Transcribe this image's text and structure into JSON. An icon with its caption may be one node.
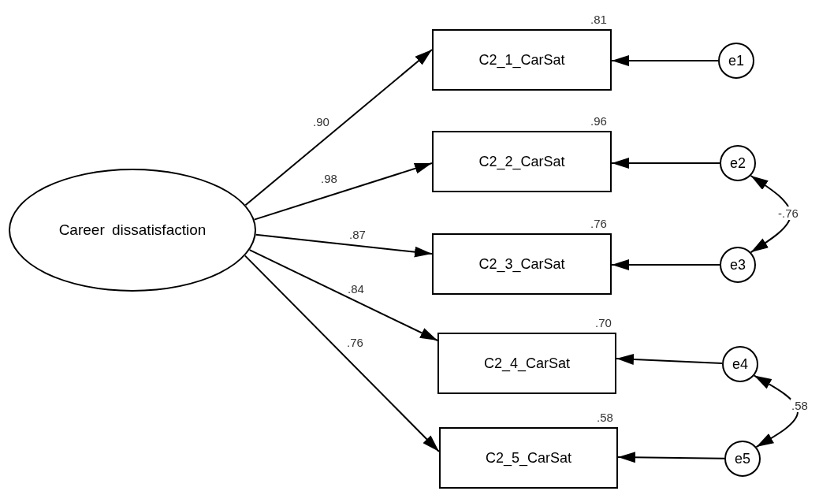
{
  "diagram": {
    "nodes": [
      {
        "text": [
          "Career dissatisfaction"
        ]
      },
      {
        "text": [
          "C2_1_CarSat"
        ],
        "beside": [
          ".81"
        ]
      },
      {
        "text": [
          "C2_2_CarSat"
        ],
        "beside": [
          ".96"
        ]
      },
      {
        "text": [
          "C2_3_CarSat"
        ],
        "beside": [
          ".76"
        ]
      },
      {
        "text": [
          "C2_4_CarSat"
        ],
        "beside": [
          ".70"
        ]
      },
      {
        "text": [
          "C2_5_CarSat"
        ],
        "beside": [
          ".58"
        ]
      },
      {
        "text": [
          "e1"
        ]
      },
      {
        "text": [
          "e2"
        ]
      },
      {
        "text": [
          "e3"
        ]
      },
      {
        "text": [
          "e4"
        ]
      },
      {
        "text": [
          "e5"
        ]
      }
    ],
    "edges": [
      {
        "from": 0,
        "to": 1,
        "arrow": "to",
        "label": ".90"
      },
      {
        "from": 0,
        "to": 2,
        "arrow": "to",
        "label": ".98"
      },
      {
        "from": 0,
        "to": 3,
        "arrow": "to",
        "label": ".87"
      },
      {
        "from": 0,
        "to": 4,
        "arrow": "to",
        "label": ".84"
      },
      {
        "from": 0,
        "to": 5,
        "arrow": "to",
        "label": ".76"
      },
      {
        "from": 6,
        "to": 1,
        "arrow": "to"
      },
      {
        "from": 7,
        "to": 2,
        "arrow": "to"
      },
      {
        "from": 8,
        "to": 3,
        "arrow": "to"
      },
      {
        "from": 9,
        "to": 4,
        "arrow": "to"
      },
      {
        "from": 10,
        "to": 5,
        "arrow": "to"
      },
      {
        "from": 7,
        "to": 8,
        "arrow": "both",
        "label": "-.76"
      },
      {
        "from": 9,
        "to": 10,
        "arrow": "both",
        "label": ".58"
      }
    ]
  }
}
